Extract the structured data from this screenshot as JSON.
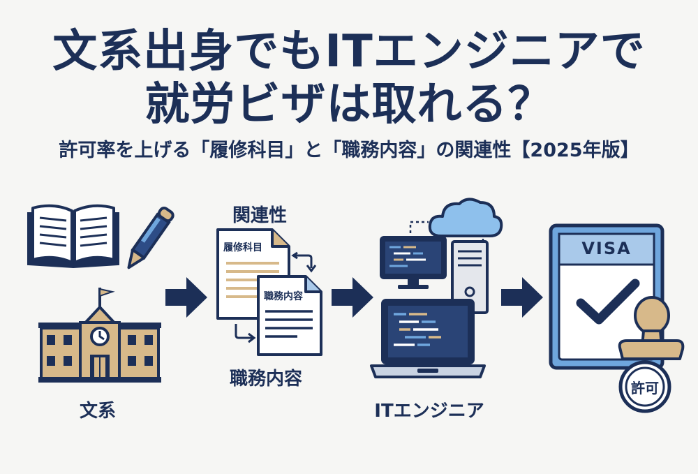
{
  "title": {
    "line1": "文系出身でもITエンジニアで",
    "line2": "就労ビザは取れる？",
    "subtitle": "許可率を上げる「履修科目」と「職務内容」の関連性【2025年版】"
  },
  "flow": {
    "step1": {
      "label": "文系",
      "icons": [
        "open-book-icon",
        "pen-icon",
        "school-building-icon"
      ]
    },
    "step2": {
      "top_label": "関連性",
      "doc1_label": "履修科目",
      "doc2_label": "職務内容",
      "bottom_label": "職務内容",
      "icons": [
        "document-icon",
        "swap-arrows-icon"
      ]
    },
    "step3": {
      "label": "ITエンジニア",
      "icons": [
        "cloud-icon",
        "monitor-icon",
        "server-tower-icon",
        "laptop-icon"
      ]
    },
    "step4": {
      "visa_label": "VISA",
      "stamp_label": "許可",
      "icons": [
        "visa-card-icon",
        "checkmark-icon",
        "stamp-icon"
      ]
    }
  },
  "colors": {
    "navy": "#1c2f57",
    "light_blue": "#a9c9ea",
    "sky_blue": "#6fa6dd",
    "tan": "#d7b98a",
    "background": "#f6f6f4"
  }
}
